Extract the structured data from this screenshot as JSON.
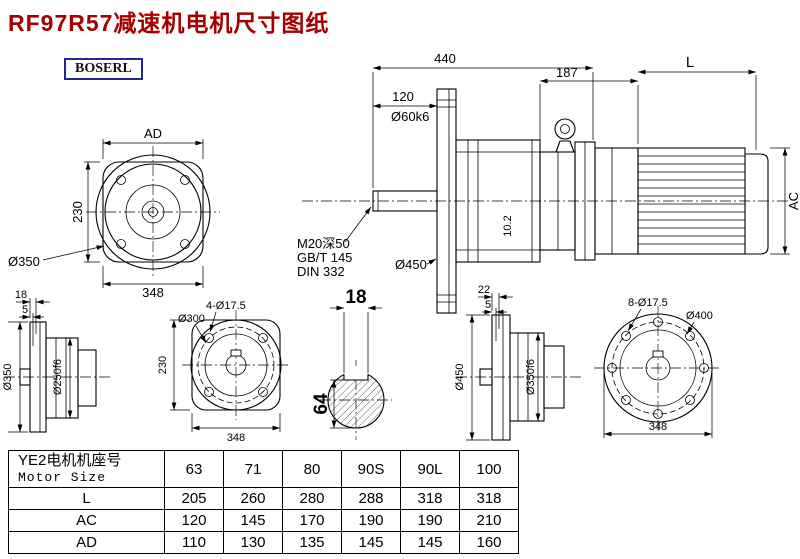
{
  "page": {
    "title": "RF97R57减速机电机尺寸图纸",
    "brand": "BOSERL"
  },
  "views": {
    "front": {
      "ad": "AD",
      "h230": "230",
      "w348": "348",
      "d350": "Ø350"
    },
    "main": {
      "l440": "440",
      "l120": "120",
      "l187": "187",
      "L": "L",
      "shaft": "Ø60k6",
      "ac": "AC",
      "thread": "M20深50",
      "std1": "GB/T 145",
      "std2": "DIN 332",
      "flange": "Ø450",
      "note102": "10.2"
    },
    "b1": {
      "t18": "18",
      "t5": "5",
      "d350": "Ø350",
      "d250": "Ø250f6"
    },
    "b2": {
      "holes": "4-Ø17.5",
      "d300": "Ø300",
      "h230": "230",
      "w348": "348"
    },
    "sec": {
      "w18": "18",
      "h64": "64"
    },
    "b4": {
      "t22": "22",
      "t5": "5",
      "d450": "Ø450",
      "d350": "Ø350f6"
    },
    "b5": {
      "holes": "8-Ø17.5",
      "d400": "Ø400",
      "w348": "348"
    }
  },
  "table": {
    "header_cn": "YE2电机机座号",
    "header_en": "Motor Size",
    "columns": [
      "63",
      "71",
      "80",
      "90S",
      "90L",
      "100"
    ],
    "rows": [
      {
        "label": "L",
        "values": [
          "205",
          "260",
          "280",
          "288",
          "318",
          "318"
        ]
      },
      {
        "label": "AC",
        "values": [
          "120",
          "145",
          "170",
          "190",
          "190",
          "210"
        ]
      },
      {
        "label": "AD",
        "values": [
          "110",
          "130",
          "135",
          "145",
          "145",
          "160"
        ]
      }
    ]
  }
}
